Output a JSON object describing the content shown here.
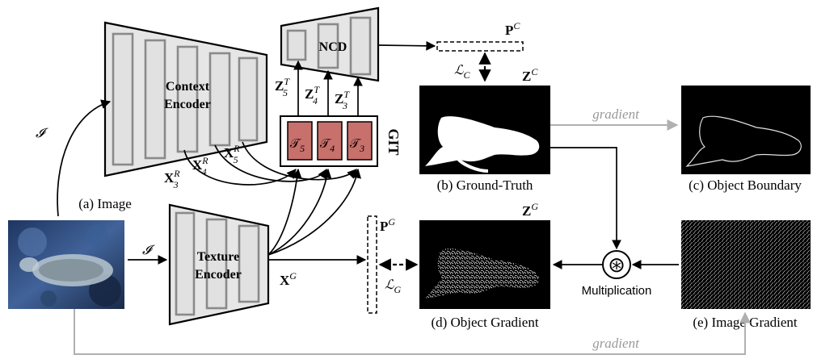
{
  "encoders": {
    "context": [
      "Context",
      "Encoder"
    ],
    "texture": [
      "Texture",
      "Encoder"
    ]
  },
  "modules": {
    "ncd": "NCD",
    "git": "GIT"
  },
  "tokens": [
    "𝒯",
    "𝒯",
    "𝒯"
  ],
  "token_subs": [
    "5",
    "4",
    "3"
  ],
  "symbols": {
    "input": "𝓘",
    "x": "X",
    "z": "Z",
    "p": "P",
    "loss": "ℒ",
    "sup_R": "R",
    "sup_T": "T",
    "sup_C": "C",
    "sup_G": "G",
    "sub_C": "C",
    "sub_G": "G",
    "idx5": "5",
    "idx4": "4",
    "idx3": "3",
    "multiply": "⊛"
  },
  "captions": {
    "image": "(a) Image",
    "ground_truth": "(b) Ground-Truth",
    "boundary": "(c) Object Boundary",
    "object_gradient": "(d) Object Gradient",
    "image_gradient": "(e) Image Gradient",
    "multiplication": "Multiplication",
    "gradient_top": "gradient",
    "gradient_bottom": "gradient"
  },
  "colors": {
    "encoder_fill": "#e6e6e6",
    "git_block": "#c8706b",
    "gradient_arrow": "#b0b0b0",
    "image_bg": "#2f4a7a"
  }
}
